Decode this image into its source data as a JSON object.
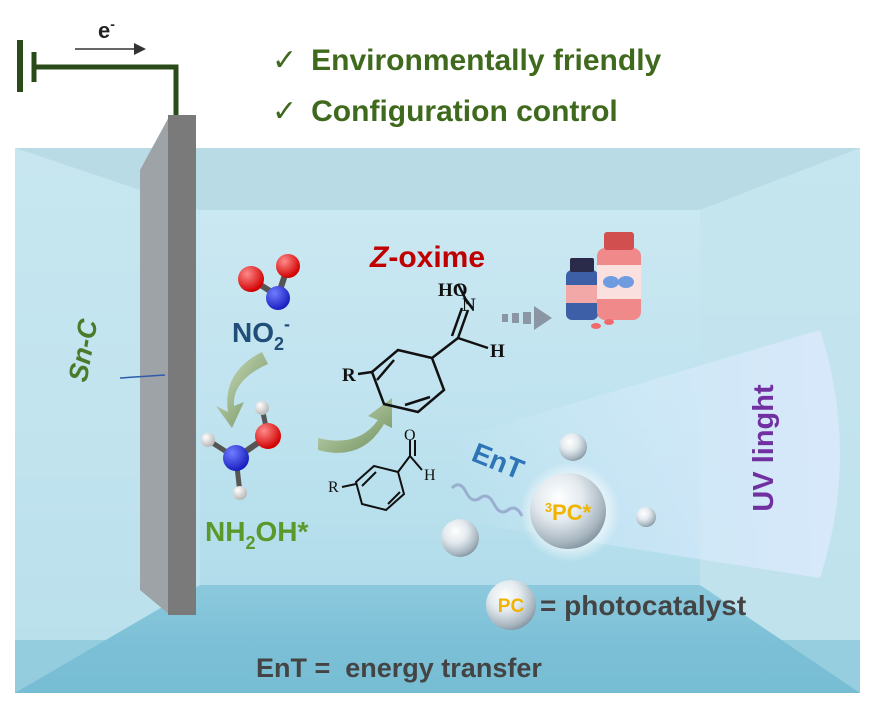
{
  "electron": {
    "label": "e",
    "charge": "-"
  },
  "benefits": [
    {
      "check": "✓",
      "text": "Environmentally friendly"
    },
    {
      "check": "✓",
      "text": "Configuration control"
    }
  ],
  "electrode": {
    "label": "Sn-C"
  },
  "nitrite": {
    "formula": "NO",
    "subscript": "2",
    "charge": "-"
  },
  "hydroxylamine": {
    "prefix": "NH",
    "subscript": "2",
    "suffix": "OH*"
  },
  "product": {
    "z": "Z",
    "rest": "-oxime"
  },
  "oxime_struct": {
    "ho": "HO",
    "n": "N",
    "h": "H",
    "r": "R"
  },
  "aldehyde_struct": {
    "o": "O",
    "h": "H",
    "r": "R"
  },
  "ent_label": "EnT",
  "pc_excited": {
    "sup": "3",
    "main": "PC*"
  },
  "uv_label": "UV linght",
  "legend_pc": {
    "badge": "PC",
    "text": "= photocatalyst"
  },
  "legend_ent": "EnT =  energy transfer",
  "colors": {
    "benefit_green": "#3f6a1e",
    "nitrite_blue": "#1f4e79",
    "nh2oh_green": "#5a9a2a",
    "oxime_red": "#c00000",
    "ent_blue": "#2e75b6",
    "uv_purple": "#7030a0",
    "pc_orange": "#f0b400"
  }
}
